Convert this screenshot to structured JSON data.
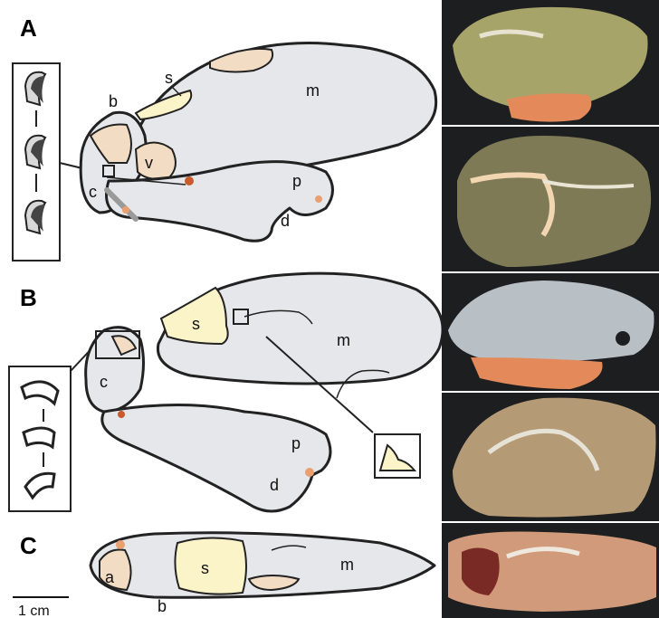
{
  "panels": [
    {
      "id": "A",
      "labels": {
        "s": "s",
        "b": "b",
        "m": "m",
        "v": "v",
        "c": "c",
        "p": "p",
        "d": "d"
      }
    },
    {
      "id": "B",
      "labels": {
        "s": "s",
        "m": "m",
        "c": "c",
        "p": "p",
        "d": "d"
      }
    },
    {
      "id": "C",
      "labels": {
        "a": "a",
        "s": "s",
        "m": "m",
        "b": "b"
      }
    }
  ],
  "scale_bar": {
    "label": "1 cm"
  },
  "colors": {
    "outline_fill": "#e6e7ea",
    "cartilage": "#f3dcc4",
    "sac": "#fbf4c8",
    "joint": "#c85a2c",
    "photo_bg": "#1d1e20"
  }
}
